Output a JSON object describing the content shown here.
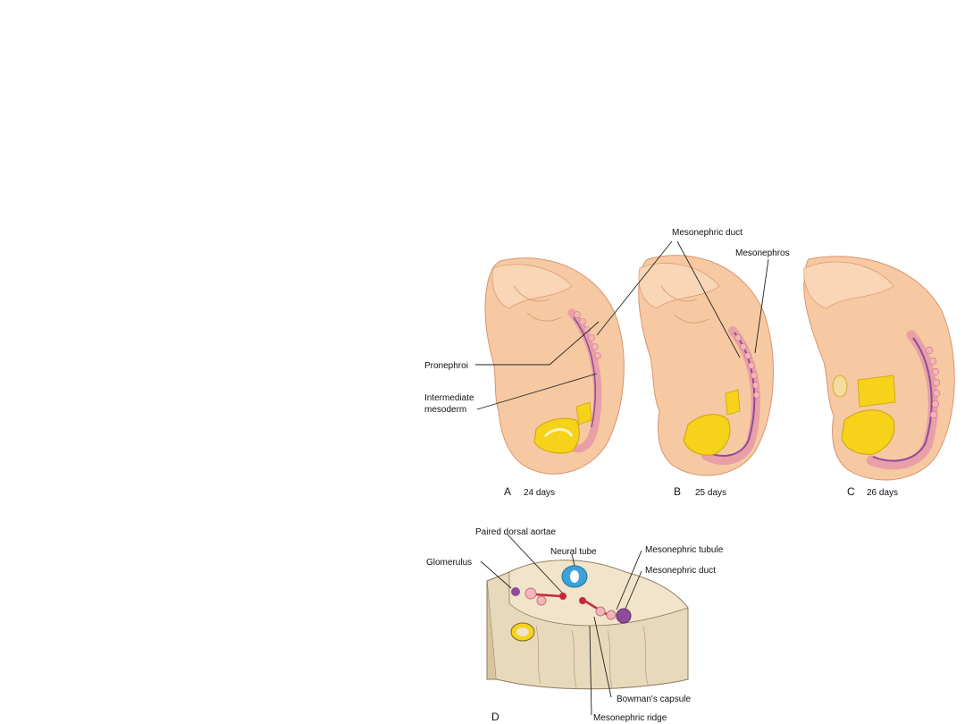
{
  "labels": {
    "mesonephric_duct_top": "Mesonephric duct",
    "mesonephros": "Mesonephros",
    "pronephroi": "Pronephroi",
    "intermediate_line1": "Intermediate",
    "intermediate_line2": "mesoderm",
    "paired_dorsal_aortae": "Paired dorsal aortae",
    "neural_tube": "Neural tube",
    "glomerulus": "Glomerulus",
    "mesonephric_tubule": "Mesonephric tubule",
    "mesonephric_duct_bottom": "Mesonephric duct",
    "bowmans_capsule": "Bowman's capsule",
    "mesonephric_ridge": "Mesonephric ridge"
  },
  "panels": {
    "a_letter": "A",
    "a_age": "24 days",
    "b_letter": "B",
    "b_age": "25 days",
    "c_letter": "C",
    "c_age": "26 days",
    "d_letter": "D"
  },
  "colors": {
    "embryo_skin": "#F6C9A2",
    "embryo_shadow": "#E8A57E",
    "yolk": "#F7D21A",
    "tubule_pink": "#E8A0A6",
    "duct_purple": "#8E4C9A",
    "neural_blue": "#3BA3D8",
    "aorta_red": "#C8283C",
    "tissue_tan": "#E9D9BC"
  }
}
